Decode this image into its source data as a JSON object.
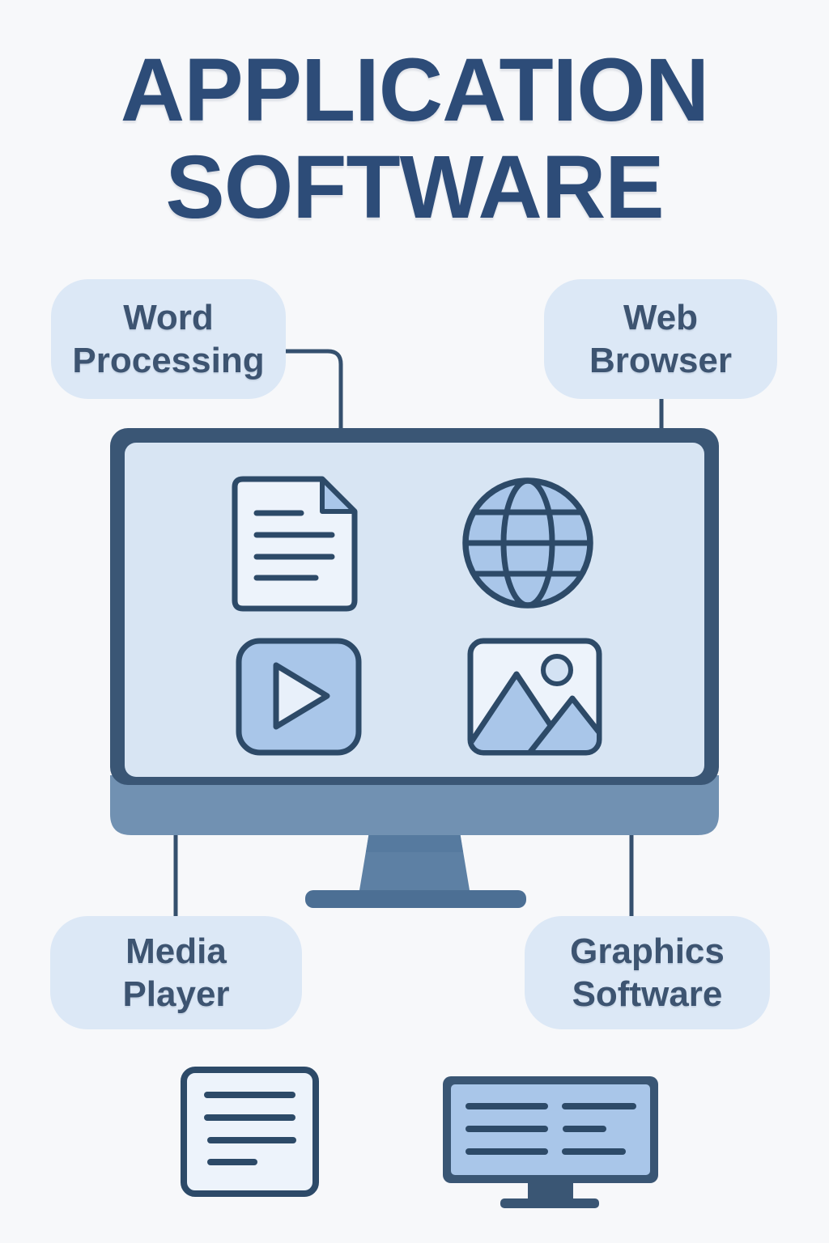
{
  "title": {
    "line1": "APPLICATION",
    "line2": "SOFTWARE"
  },
  "labels": {
    "word_processing": {
      "line1": "Word",
      "line2": "Processing"
    },
    "web_browser": {
      "line1": "Web",
      "line2": "Browser"
    },
    "media_player": {
      "line1": "Media",
      "line2": "Player"
    },
    "graphics_software": {
      "line1": "Graphics",
      "line2": "Software"
    }
  },
  "icons": {
    "screen": [
      "document-icon",
      "globe-icon",
      "play-button-icon",
      "image-icon"
    ],
    "bottom": [
      "notes-document-icon",
      "desktop-monitor-icon"
    ]
  },
  "colors": {
    "background": "#f7f8fa",
    "title_text": "#2d4c78",
    "label_text": "#3d5471",
    "pill_bg": "#dce8f6",
    "connector": "#35506e",
    "outline": "#2d4a68",
    "frame": "#3a5675",
    "screen_bg": "#d8e5f3",
    "bezel": "#7191b2",
    "stand_neck": "#5d80a4",
    "stand_neck_dark": "#567a9f",
    "stand_base": "#4c6f94",
    "icon_light": "#edf3fb",
    "icon_blue": "#a9c6e9",
    "icon_lighter": "#e8f0fa",
    "sun_fill": "#d3e2f3",
    "small_frame": "#3a5674"
  }
}
